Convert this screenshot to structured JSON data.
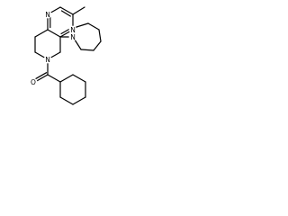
{
  "structure": {
    "atoms": {
      "n1": "N",
      "n3": "N",
      "n_azepane": "N",
      "n6": "N",
      "o": "O"
    }
  },
  "colors": {
    "bond": "#000000",
    "background": "#ffffff"
  }
}
